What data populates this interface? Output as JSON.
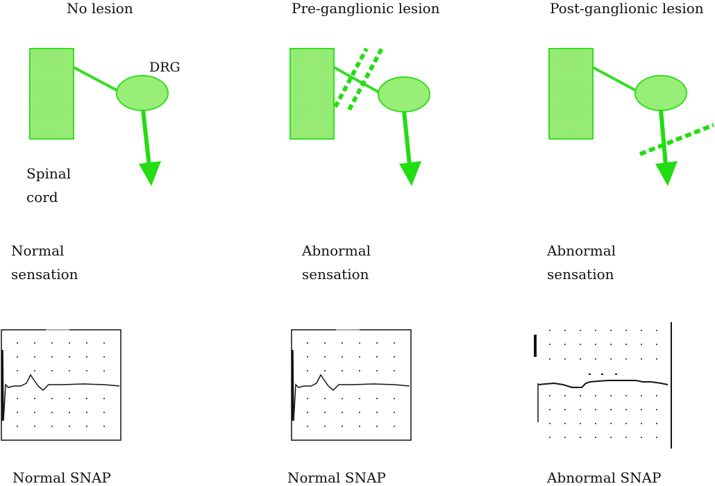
{
  "colors": {
    "fill": "#99ee77",
    "stroke": "#33dd22",
    "trace": "#111111"
  },
  "columns": [
    {
      "title": "No lesion",
      "drg_label": "DRG",
      "cord_label_line1": "Spinal",
      "cord_label_line2": "cord",
      "sensation_line1": "Normal",
      "sensation_line2": "sensation",
      "snap_label": "Normal SNAP"
    },
    {
      "title": "Pre-ganglionic lesion",
      "sensation_line1": "Abnormal",
      "sensation_line2": "sensation",
      "snap_label": "Normal SNAP"
    },
    {
      "title": "Post-ganglionic lesion",
      "sensation_line1": "Abnormal",
      "sensation_line2": "sensation",
      "snap_label": "Abnormal SNAP"
    }
  ]
}
